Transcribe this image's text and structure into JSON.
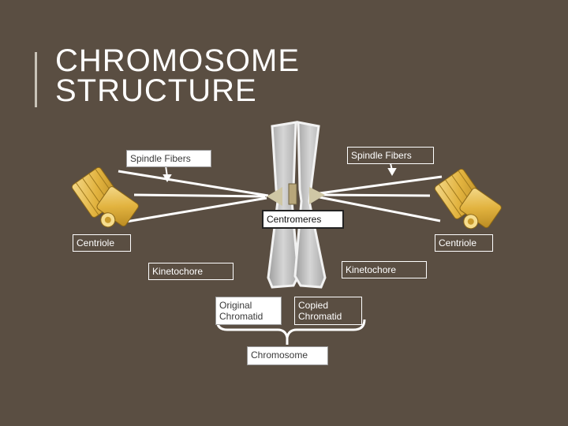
{
  "title": {
    "line1": "CHROMOSOME",
    "line2": "STRUCTURE"
  },
  "labels": {
    "spindle_fibers_left": "Spindle Fibers",
    "spindle_fibers_right": "Spindle Fibers",
    "centromeres": "Centromeres",
    "centriole_left": "Centriole",
    "centriole_right": "Centriole",
    "kinetochore_left": "Kinetochore",
    "kinetochore_right": "Kinetochore",
    "original_chromatid_line1": "Original",
    "original_chromatid_line2": "Chromatid",
    "copied_chromatid_line1": "Copied",
    "copied_chromatid_line2": "Chromatid",
    "chromosome": "Chromosome"
  },
  "colors": {
    "background": "#5a4e42",
    "chromatid": "#c9c9c9",
    "kinetochore": "#cfc7a5",
    "centriole": "#e8c25a"
  }
}
